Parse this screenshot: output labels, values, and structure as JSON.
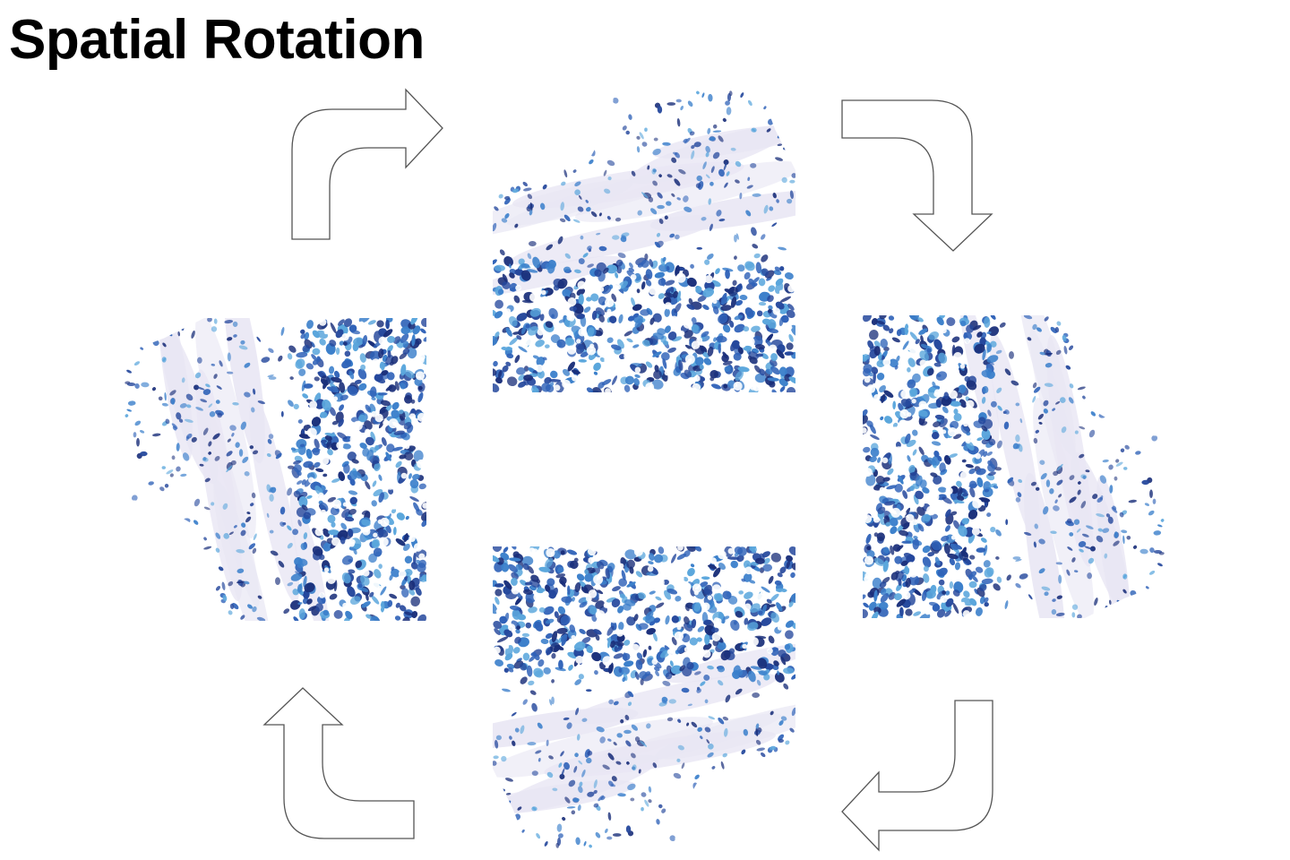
{
  "title": "Spatial Rotation",
  "tiles": [
    {
      "position": "top",
      "rotation": 0
    },
    {
      "position": "right",
      "rotation": 90
    },
    {
      "position": "bottom",
      "rotation": 180
    },
    {
      "position": "left",
      "rotation": 270
    }
  ],
  "colors": {
    "background": "#ffffff",
    "title": "#000000",
    "arrow_stroke": "#555555",
    "cell_dark": "#1a2f7a",
    "cell_mid": "#2f62b8",
    "cell_light": "#5aa6dc",
    "stroma": "#e8e6f4"
  },
  "icons": [
    "curved-arrow-icon"
  ]
}
